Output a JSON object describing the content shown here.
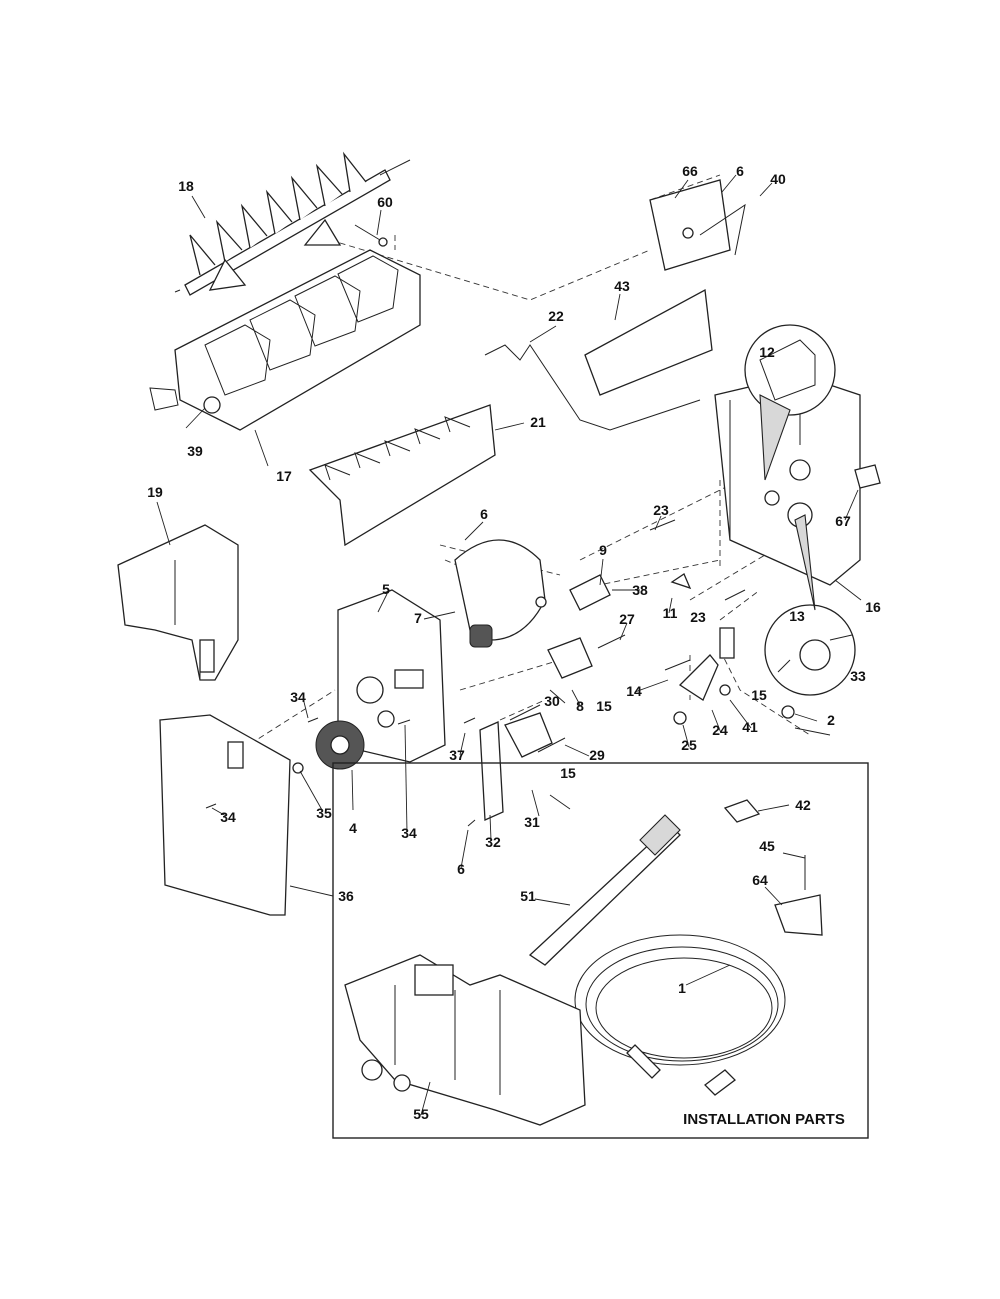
{
  "diagram": {
    "callouts": [
      {
        "id": "c18",
        "text": "18"
      },
      {
        "id": "c60",
        "text": "60"
      },
      {
        "id": "c66",
        "text": "66"
      },
      {
        "id": "c6a",
        "text": "6"
      },
      {
        "id": "c40",
        "text": "40"
      },
      {
        "id": "c43",
        "text": "43"
      },
      {
        "id": "c22",
        "text": "22"
      },
      {
        "id": "c12",
        "text": "12"
      },
      {
        "id": "c39",
        "text": "39"
      },
      {
        "id": "c17",
        "text": "17"
      },
      {
        "id": "c21",
        "text": "21"
      },
      {
        "id": "c19",
        "text": "19"
      },
      {
        "id": "c6b",
        "text": "6"
      },
      {
        "id": "c9",
        "text": "9"
      },
      {
        "id": "c23a",
        "text": "23"
      },
      {
        "id": "c67",
        "text": "67"
      },
      {
        "id": "c16",
        "text": "16"
      },
      {
        "id": "c38",
        "text": "38"
      },
      {
        "id": "c11",
        "text": "11"
      },
      {
        "id": "c23b",
        "text": "23"
      },
      {
        "id": "c7",
        "text": "7"
      },
      {
        "id": "c5",
        "text": "5"
      },
      {
        "id": "c27",
        "text": "27"
      },
      {
        "id": "c13",
        "text": "13"
      },
      {
        "id": "c33",
        "text": "33"
      },
      {
        "id": "c8",
        "text": "8"
      },
      {
        "id": "c15a",
        "text": "15"
      },
      {
        "id": "c14",
        "text": "14"
      },
      {
        "id": "c15b",
        "text": "15"
      },
      {
        "id": "c30",
        "text": "30"
      },
      {
        "id": "c34a",
        "text": "34"
      },
      {
        "id": "c37",
        "text": "37"
      },
      {
        "id": "c29",
        "text": "29"
      },
      {
        "id": "c25",
        "text": "25"
      },
      {
        "id": "c24",
        "text": "24"
      },
      {
        "id": "c41",
        "text": "41"
      },
      {
        "id": "c2",
        "text": "2"
      },
      {
        "id": "c34b",
        "text": "34"
      },
      {
        "id": "c4",
        "text": "4"
      },
      {
        "id": "c34c",
        "text": "34"
      },
      {
        "id": "c35",
        "text": "35"
      },
      {
        "id": "c31",
        "text": "31"
      },
      {
        "id": "c15c",
        "text": "15"
      },
      {
        "id": "c32",
        "text": "32"
      },
      {
        "id": "c6c",
        "text": "6"
      },
      {
        "id": "c42",
        "text": "42"
      },
      {
        "id": "c45",
        "text": "45"
      },
      {
        "id": "c36",
        "text": "36"
      },
      {
        "id": "c64",
        "text": "64"
      },
      {
        "id": "c51",
        "text": "51"
      },
      {
        "id": "c1",
        "text": "1"
      },
      {
        "id": "c55",
        "text": "55"
      }
    ],
    "installation_label": "INSTALLATION PARTS"
  }
}
